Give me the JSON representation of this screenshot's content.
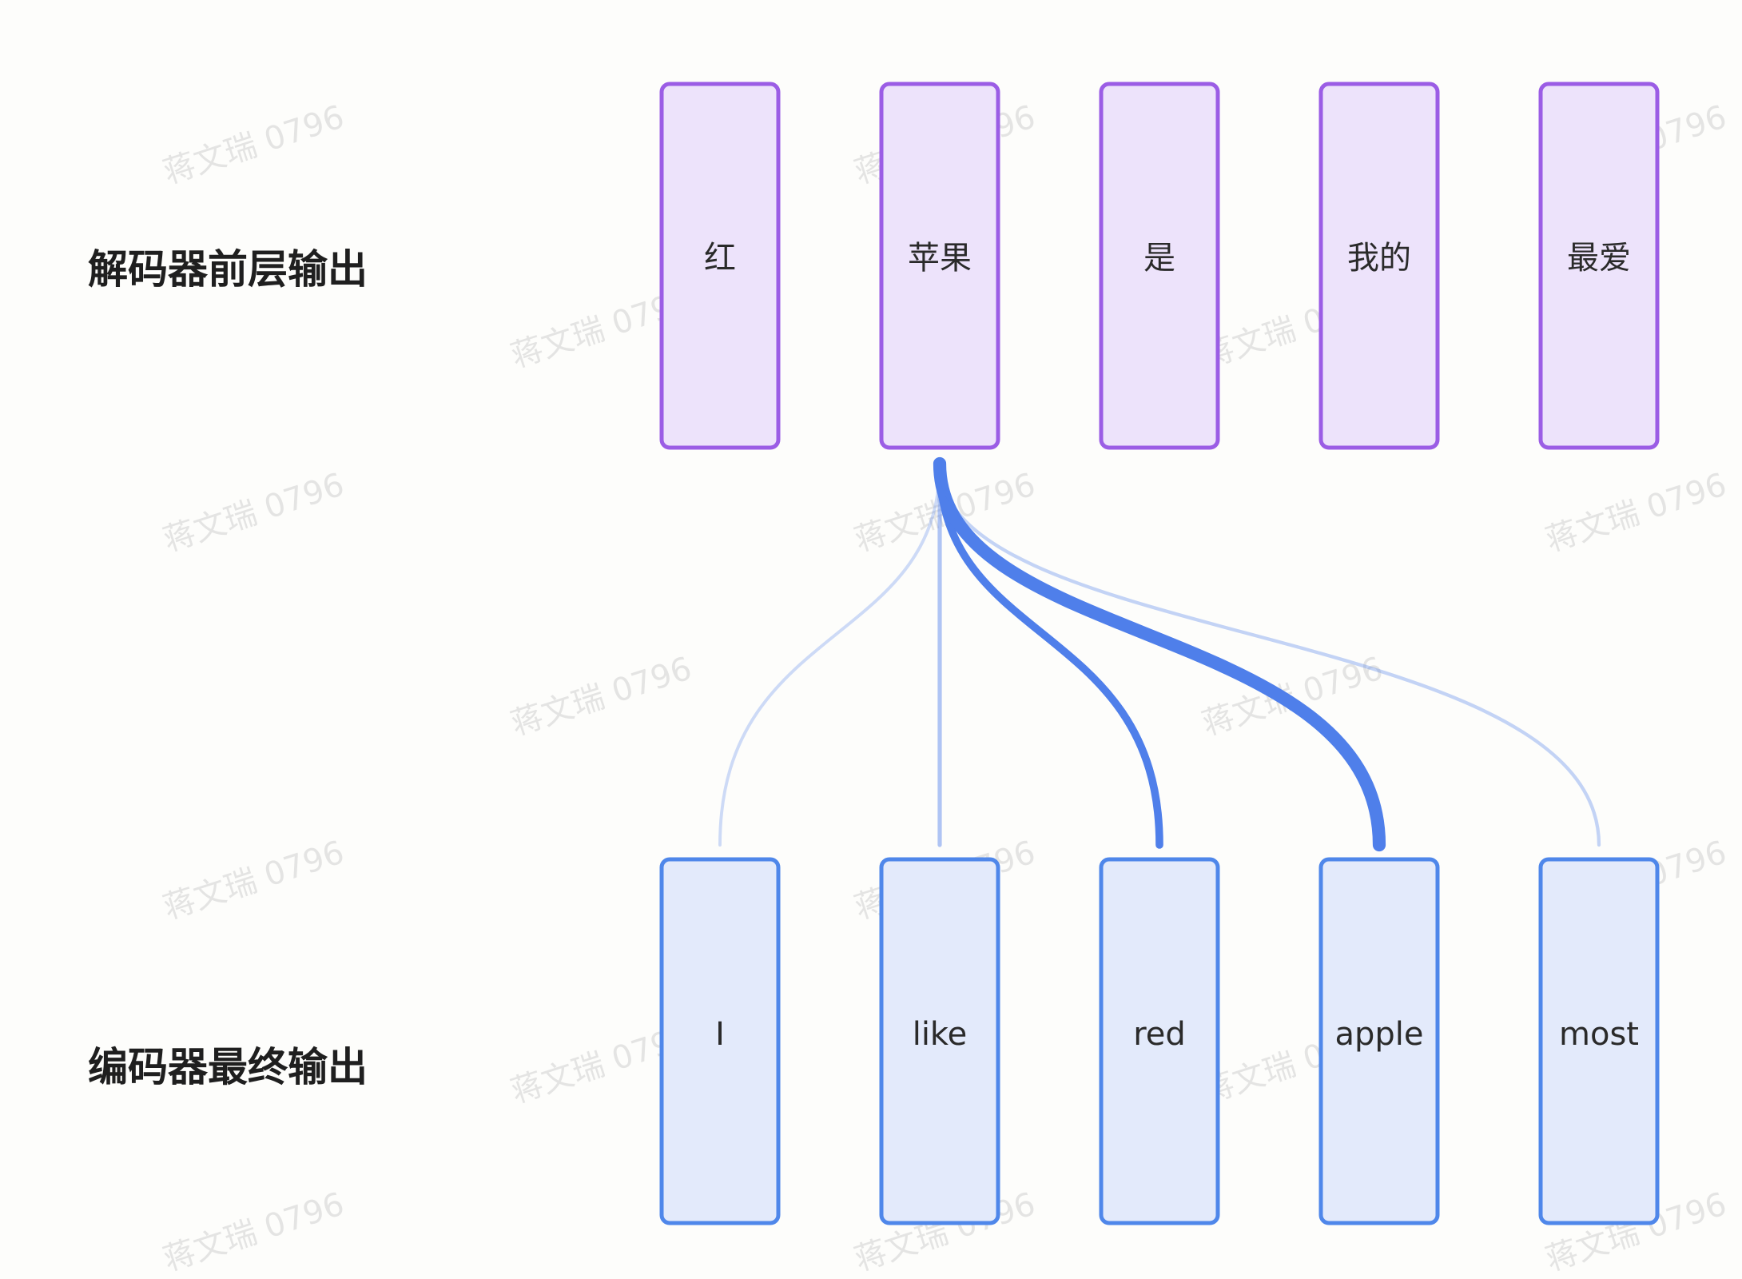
{
  "decoder": {
    "label": "解码器前层输出",
    "tokens": [
      "红",
      "苹果",
      "是",
      "我的",
      "最爱"
    ]
  },
  "encoder": {
    "label": "编码器最终输出",
    "tokens": [
      "I",
      "like",
      "red",
      "apple",
      "most"
    ]
  },
  "attention": {
    "query_token_index": 1,
    "weights": [
      0.04,
      0.1,
      0.3,
      0.6,
      0.06
    ]
  },
  "watermark": "蒋文瑞 0796",
  "colors": {
    "decoder_fill": "#ede3fb",
    "decoder_stroke": "#9b5de5",
    "encoder_fill": "#e3eafb",
    "encoder_stroke": "#4f87ea",
    "attention_line": "#4f7fea"
  }
}
